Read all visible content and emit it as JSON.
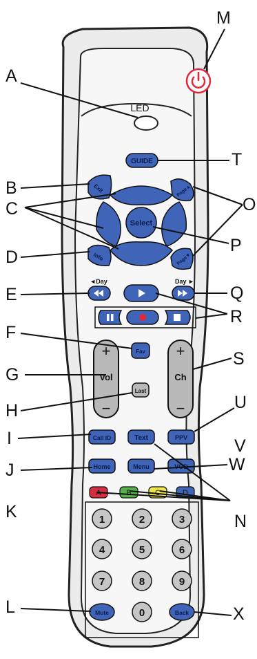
{
  "callouts": {
    "A": "A",
    "B": "B",
    "C": "C",
    "D": "D",
    "E": "E",
    "F": "F",
    "G": "G",
    "H": "H",
    "I": "I",
    "J": "J",
    "K": "K",
    "L": "L",
    "M": "M",
    "N": "N",
    "O": "O",
    "P": "P",
    "Q": "Q",
    "R": "R",
    "S": "S",
    "T": "T",
    "U": "U",
    "V": "V",
    "W": "W",
    "X": "X"
  },
  "remote": {
    "led_label": "LED",
    "guide": "GUIDE",
    "exit": "Exit",
    "page_up": "Page▲",
    "page_down": "Page▼",
    "select": "Select",
    "info": "Info",
    "day_back": "◄Day",
    "day_forward": "Day ►",
    "fav": "Fav",
    "vol_plus": "+",
    "vol": "Vol",
    "vol_minus": "−",
    "ch_plus": "+",
    "ch": "Ch",
    "ch_minus": "−",
    "last": "Last",
    "call_id": "Call ID",
    "text": "Text",
    "ppv": "PPV",
    "home": "Home",
    "menu": "Menu",
    "vod": "VOD",
    "color_a": "A",
    "color_b": "B",
    "color_c": "C",
    "color_d": "D",
    "digits": [
      "1",
      "2",
      "3",
      "4",
      "5",
      "6",
      "7",
      "8",
      "9"
    ],
    "zero": "0",
    "mute": "Mute",
    "back": "Back"
  },
  "colors": {
    "button_blue": "#3f64b8",
    "body_gray": "#e6e6e6",
    "rocker_gray": "#b9b9b9",
    "power_red": "#e0283a",
    "record_red": "#e0283a",
    "key_red": "#d63040",
    "key_green": "#55b24a",
    "key_yellow": "#f0e64a",
    "key_blue": "#3f64b8"
  },
  "icons": {
    "power": "power-icon",
    "rewind": "rewind-icon",
    "play": "play-icon",
    "fast_forward": "fast-forward-icon",
    "pause": "pause-icon",
    "record": "record-icon",
    "stop": "stop-icon"
  }
}
